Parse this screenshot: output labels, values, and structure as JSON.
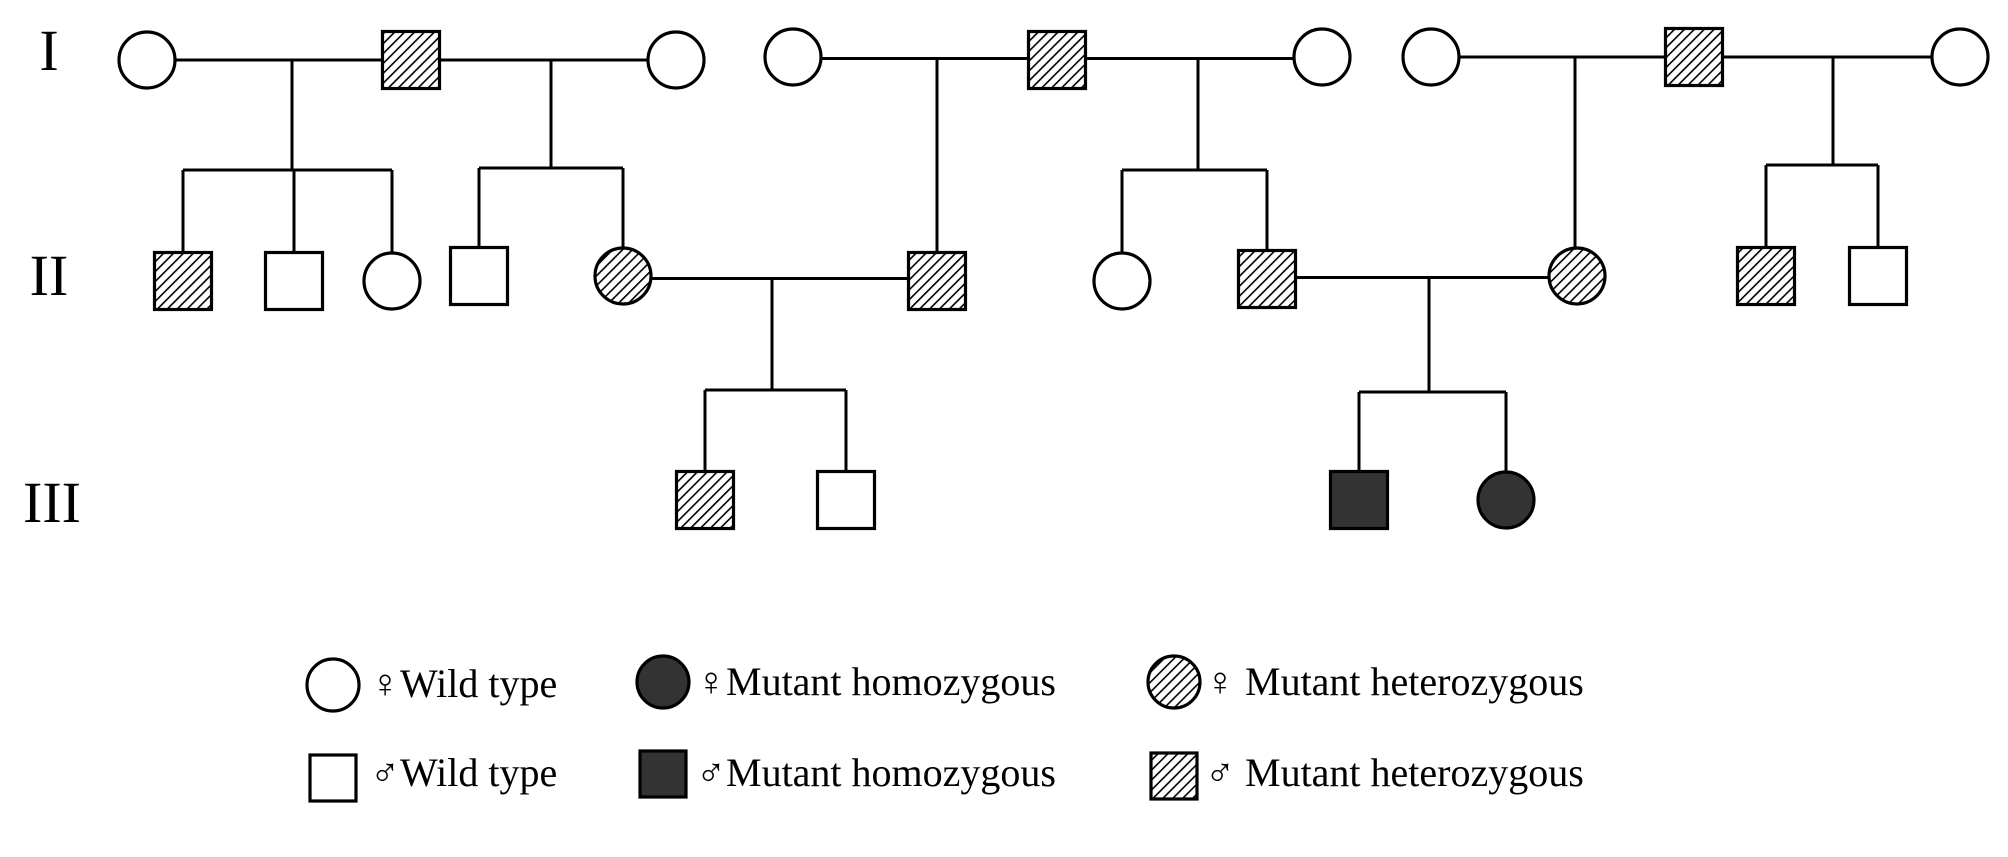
{
  "generations": [
    {
      "id": "I",
      "label": "I"
    },
    {
      "id": "II",
      "label": "II"
    },
    {
      "id": "III",
      "label": "III"
    }
  ],
  "phenotypes": {
    "wild": {
      "color": "#ffffff"
    },
    "het": {
      "color": "#ffffff",
      "hatch_color": "#000000"
    },
    "hom": {
      "color": "#333333"
    }
  },
  "legend": [
    {
      "sex": "female",
      "phenotype": "wild",
      "text": "♀Wild type"
    },
    {
      "sex": "female",
      "phenotype": "hom",
      "text": "♀Mutant  homozygous"
    },
    {
      "sex": "female",
      "phenotype": "het",
      "text": "♀ Mutant heterozygous"
    },
    {
      "sex": "male",
      "phenotype": "wild",
      "text": "♂Wild type"
    },
    {
      "sex": "male",
      "phenotype": "hom",
      "text": "♂Mutant  homozygous"
    },
    {
      "sex": "male",
      "phenotype": "het",
      "text": "♂ Mutant heterozygous"
    }
  ],
  "individuals": [
    {
      "id": "I-1",
      "gen": "I",
      "sex": "female",
      "phenotype": "wild"
    },
    {
      "id": "I-2",
      "gen": "I",
      "sex": "male",
      "phenotype": "het"
    },
    {
      "id": "I-3",
      "gen": "I",
      "sex": "female",
      "phenotype": "wild"
    },
    {
      "id": "I-4",
      "gen": "I",
      "sex": "female",
      "phenotype": "wild"
    },
    {
      "id": "I-5",
      "gen": "I",
      "sex": "male",
      "phenotype": "het"
    },
    {
      "id": "I-6",
      "gen": "I",
      "sex": "female",
      "phenotype": "wild"
    },
    {
      "id": "I-7",
      "gen": "I",
      "sex": "female",
      "phenotype": "wild"
    },
    {
      "id": "I-8",
      "gen": "I",
      "sex": "male",
      "phenotype": "het"
    },
    {
      "id": "I-9",
      "gen": "I",
      "sex": "female",
      "phenotype": "wild"
    },
    {
      "id": "II-1",
      "gen": "II",
      "sex": "male",
      "phenotype": "het"
    },
    {
      "id": "II-2",
      "gen": "II",
      "sex": "male",
      "phenotype": "wild"
    },
    {
      "id": "II-3",
      "gen": "II",
      "sex": "female",
      "phenotype": "wild"
    },
    {
      "id": "II-4",
      "gen": "II",
      "sex": "male",
      "phenotype": "wild"
    },
    {
      "id": "II-5",
      "gen": "II",
      "sex": "female",
      "phenotype": "het"
    },
    {
      "id": "II-6",
      "gen": "II",
      "sex": "male",
      "phenotype": "het"
    },
    {
      "id": "II-7",
      "gen": "II",
      "sex": "female",
      "phenotype": "wild"
    },
    {
      "id": "II-8",
      "gen": "II",
      "sex": "male",
      "phenotype": "het"
    },
    {
      "id": "II-9",
      "gen": "II",
      "sex": "female",
      "phenotype": "het"
    },
    {
      "id": "II-10",
      "gen": "II",
      "sex": "male",
      "phenotype": "het"
    },
    {
      "id": "II-11",
      "gen": "II",
      "sex": "male",
      "phenotype": "wild"
    },
    {
      "id": "III-1",
      "gen": "III",
      "sex": "male",
      "phenotype": "het"
    },
    {
      "id": "III-2",
      "gen": "III",
      "sex": "male",
      "phenotype": "wild"
    },
    {
      "id": "III-3",
      "gen": "III",
      "sex": "male",
      "phenotype": "hom"
    },
    {
      "id": "III-4",
      "gen": "III",
      "sex": "female",
      "phenotype": "hom"
    }
  ],
  "matings": [
    {
      "id": "m1",
      "partners": [
        "I-1",
        "I-2"
      ],
      "children": [
        "II-1",
        "II-2",
        "II-3"
      ]
    },
    {
      "id": "m2",
      "partners": [
        "I-2",
        "I-3"
      ],
      "children": [
        "II-4",
        "II-5"
      ]
    },
    {
      "id": "m3",
      "partners": [
        "I-4",
        "I-5"
      ],
      "children": [
        "II-6"
      ]
    },
    {
      "id": "m4",
      "partners": [
        "I-5",
        "I-6"
      ],
      "children": [
        "II-7",
        "II-8"
      ]
    },
    {
      "id": "m5",
      "partners": [
        "I-7",
        "I-8"
      ],
      "children": [
        "II-9"
      ]
    },
    {
      "id": "m6",
      "partners": [
        "I-8",
        "I-9"
      ],
      "children": [
        "II-10",
        "II-11"
      ]
    },
    {
      "id": "m7",
      "partners": [
        "II-5",
        "II-6"
      ],
      "children": [
        "III-1",
        "III-2"
      ]
    },
    {
      "id": "m8",
      "partners": [
        "II-8",
        "II-9"
      ],
      "children": [
        "III-3",
        "III-4"
      ]
    }
  ]
}
